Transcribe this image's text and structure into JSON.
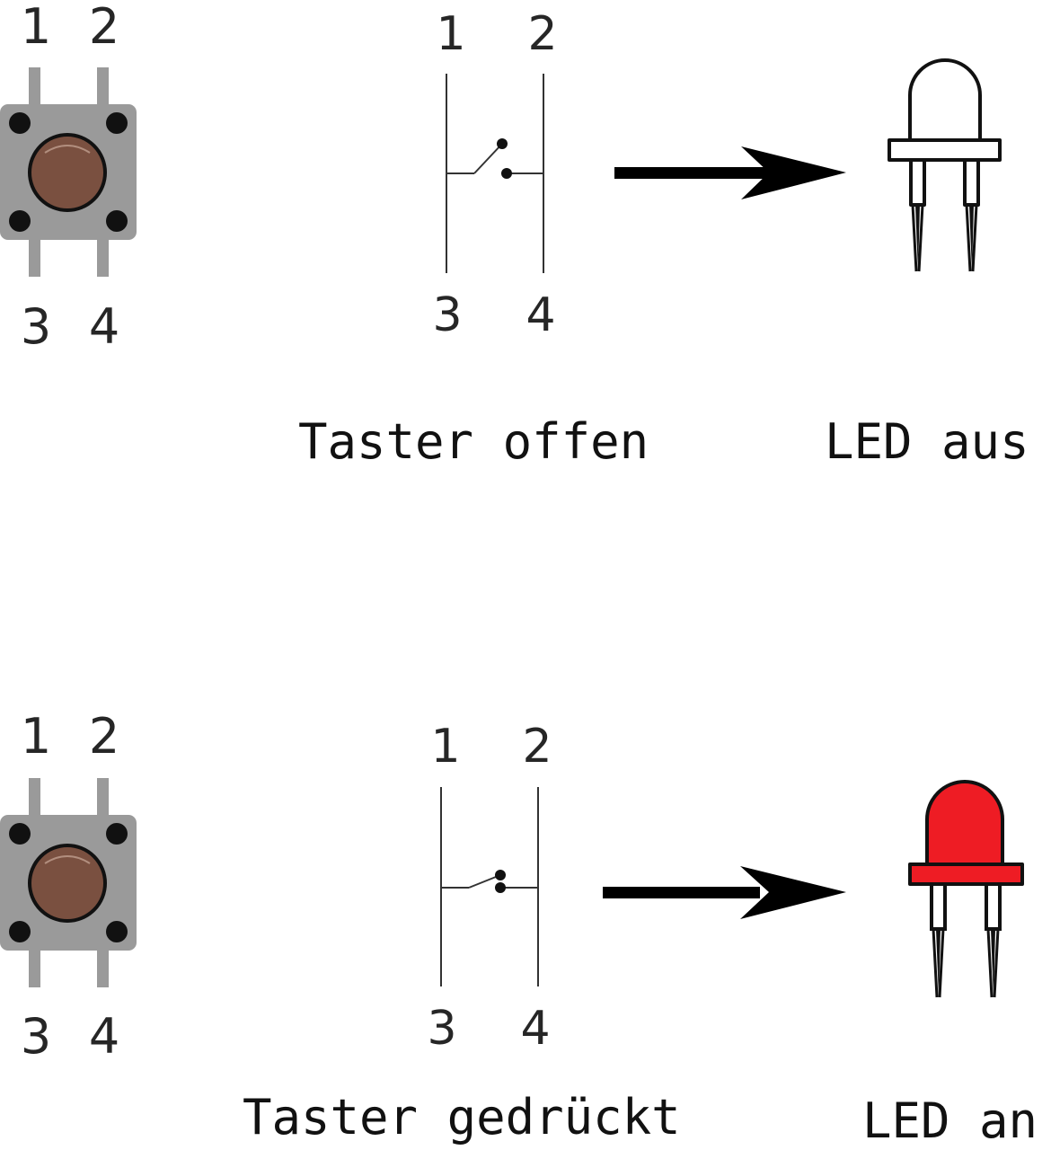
{
  "rows": [
    {
      "button_pins": [
        "1",
        "2",
        "3",
        "4"
      ],
      "switch_pins": [
        "1",
        "2",
        "3",
        "4"
      ],
      "switch_label": "Taster offen",
      "switch_state": "open",
      "led_label": "LED aus",
      "led_state": "off"
    },
    {
      "button_pins": [
        "1",
        "2",
        "3",
        "4"
      ],
      "switch_pins": [
        "1",
        "2",
        "3",
        "4"
      ],
      "switch_label": "Taster gedrückt",
      "switch_state": "closed",
      "led_label": "LED an",
      "led_state": "on"
    }
  ],
  "colors": {
    "button_body": "#9a9a9a",
    "button_cap": "#7a5040",
    "pin_leg": "#9a9a9a",
    "led_on": "#ee1c24",
    "led_off": "#ffffff",
    "line": "#000000"
  },
  "icons": {
    "button": "tactile-push-button-icon",
    "arrow": "right-arrow-icon",
    "led": "led-icon"
  }
}
